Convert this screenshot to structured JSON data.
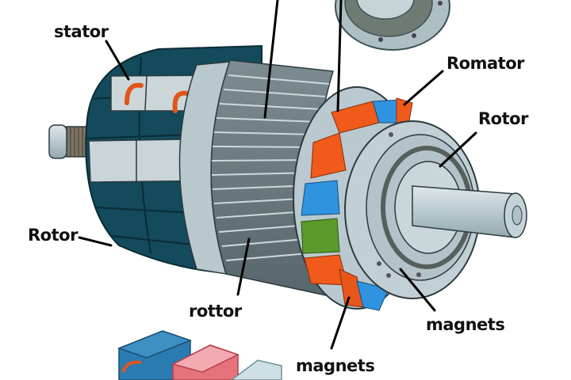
{
  "diagram": {
    "subject": "exploded electric motor illustration",
    "colors": {
      "background": "#ffffff",
      "housing_dark": "#134a5c",
      "housing_light": "#c9d6da",
      "fins": "#6e7f84",
      "coil_orange": "#f05a1a",
      "coil_blue": "#2f93e0",
      "coil_green": "#5a9a2a",
      "metal": "#b9c9cf",
      "label_text": "#111111",
      "leader_line": "#000000"
    },
    "labels": [
      {
        "id": "stator",
        "text": "stator"
      },
      {
        "id": "romator",
        "text": "Romator"
      },
      {
        "id": "rotor-right",
        "text": "Rotor"
      },
      {
        "id": "rotor-left",
        "text": "Rotor"
      },
      {
        "id": "rottor",
        "text": "rottor"
      },
      {
        "id": "magnets-right",
        "text": "magnets"
      },
      {
        "id": "magnets-bottom",
        "text": "magnets"
      }
    ]
  }
}
